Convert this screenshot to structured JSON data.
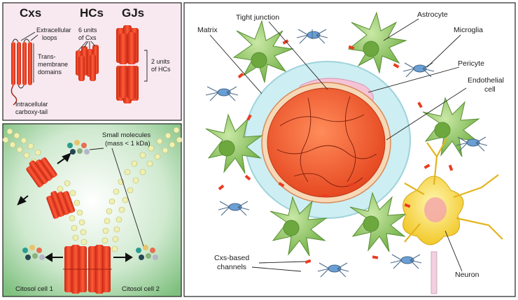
{
  "colors": {
    "panel_bg_top": "#f7e9ef",
    "panel_bg_bottom": "#d9efd9",
    "connexin": "#ea3c22",
    "astrocyte": "#8fc466",
    "microglia": "#6a9fd6",
    "pericyte": "#f5c3d6",
    "endothelium": "#f26a3c",
    "neuron": "#f4d95a",
    "membrane": "#f0f0b0"
  },
  "panel_a": {
    "headers": {
      "cxs": "Cxs",
      "hcs": "HCs",
      "gjs": "GJs"
    },
    "labels": {
      "extracellular_loops_1": "Extracellular",
      "extracellular_loops_2": "loops",
      "transmembrane_1": "Trans-",
      "transmembrane_2": "membrane",
      "transmembrane_3": "domains",
      "carboxy_1": "Intracellular",
      "carboxy_2": "carboxy-tail",
      "six_units_1": "6 units",
      "six_units_2": "of Cxs",
      "two_units_1": "2 units",
      "two_units_2": "of HCs"
    }
  },
  "panel_b": {
    "labels": {
      "small_molecules_1": "Small molecules",
      "small_molecules_2": "(mass < 1 kDa)",
      "cytosol_1": "Citosol cell 1",
      "cytosol_2": "Citosol cell 2"
    }
  },
  "panel_c": {
    "labels": {
      "tight_junction": "Tight junction",
      "astrocyte": "Astrocyte",
      "matrix": "Matrix",
      "microglia": "Microglia",
      "pericyte": "Pericyte",
      "endothelial_1": "Endothelial",
      "endothelial_2": "cell",
      "cxs_channels_1": "Cxs-based",
      "cxs_channels_2": "channels",
      "neuron": "Neuron"
    }
  }
}
